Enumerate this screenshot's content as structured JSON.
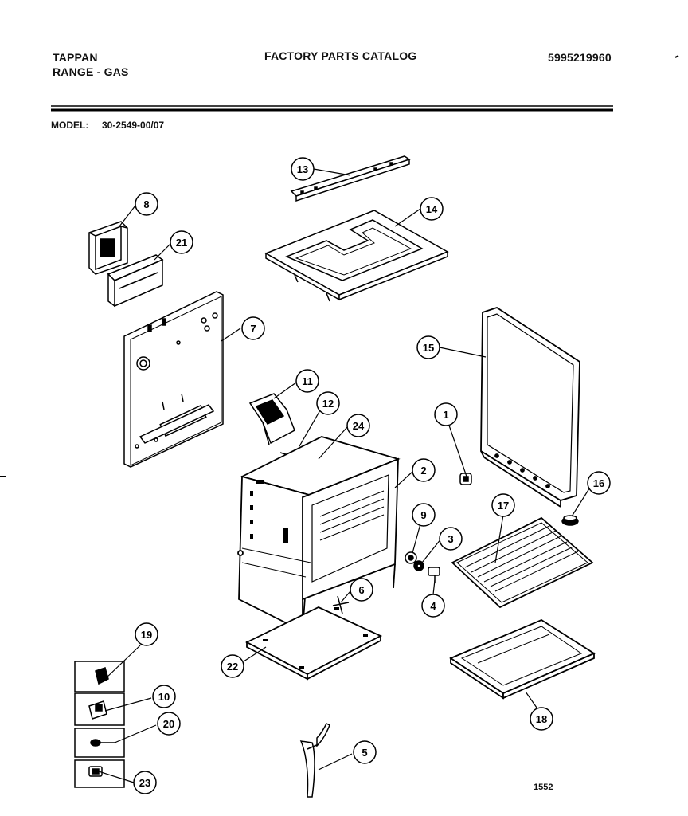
{
  "header": {
    "brand": "TAPPAN",
    "product": "RANGE - GAS",
    "catalog_title": "FACTORY PARTS CATALOG",
    "catalog_number": "5995219960"
  },
  "model": {
    "label": "MODEL:",
    "number": "30-2549-00/07"
  },
  "callouts": [
    "13",
    "14",
    "8",
    "21",
    "7",
    "15",
    "11",
    "12",
    "24",
    "1",
    "2",
    "16",
    "17",
    "9",
    "3",
    "4",
    "6",
    "19",
    "10",
    "20",
    "23",
    "22",
    "18",
    "5"
  ],
  "footer": {
    "page_number": "1552"
  }
}
